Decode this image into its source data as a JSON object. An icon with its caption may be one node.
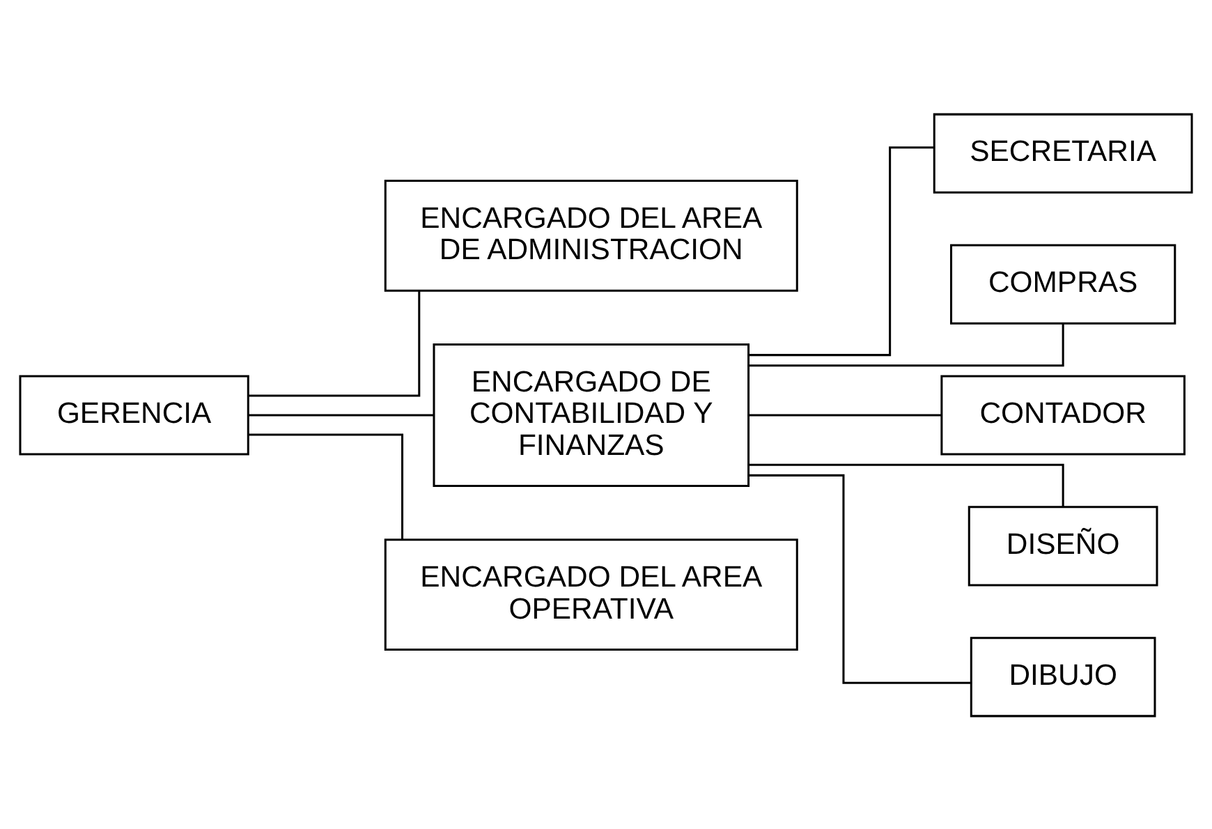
{
  "diagram": {
    "nodes": [
      {
        "text": [
          "GERENCIA"
        ]
      },
      {
        "text": [
          "ENCARGADO DEL AREA DE ADMINISTRACION"
        ]
      },
      {
        "text": [
          "ENCARGADO DE CONTABILIDAD Y FINANZAS"
        ]
      },
      {
        "text": [
          "ENCARGADO DEL AREA OPERATIVA"
        ]
      },
      {
        "text": [
          "SECRETARIA"
        ]
      },
      {
        "text": [
          "COMPRAS"
        ]
      },
      {
        "text": [
          "CONTADOR"
        ]
      },
      {
        "text": [
          "DISEÑO"
        ]
      },
      {
        "text": [
          "DIBUJO"
        ]
      }
    ],
    "edges": [
      {
        "from": 0,
        "to": 1,
        "arrow": "none"
      },
      {
        "from": 0,
        "to": 2,
        "arrow": "none"
      },
      {
        "from": 0,
        "to": 3,
        "arrow": "none"
      },
      {
        "from": 2,
        "to": 4,
        "arrow": "none"
      },
      {
        "from": 2,
        "to": 5,
        "arrow": "none"
      },
      {
        "from": 2,
        "to": 6,
        "arrow": "none"
      },
      {
        "from": 2,
        "to": 7,
        "arrow": "none"
      },
      {
        "from": 2,
        "to": 8,
        "arrow": "none"
      }
    ]
  }
}
